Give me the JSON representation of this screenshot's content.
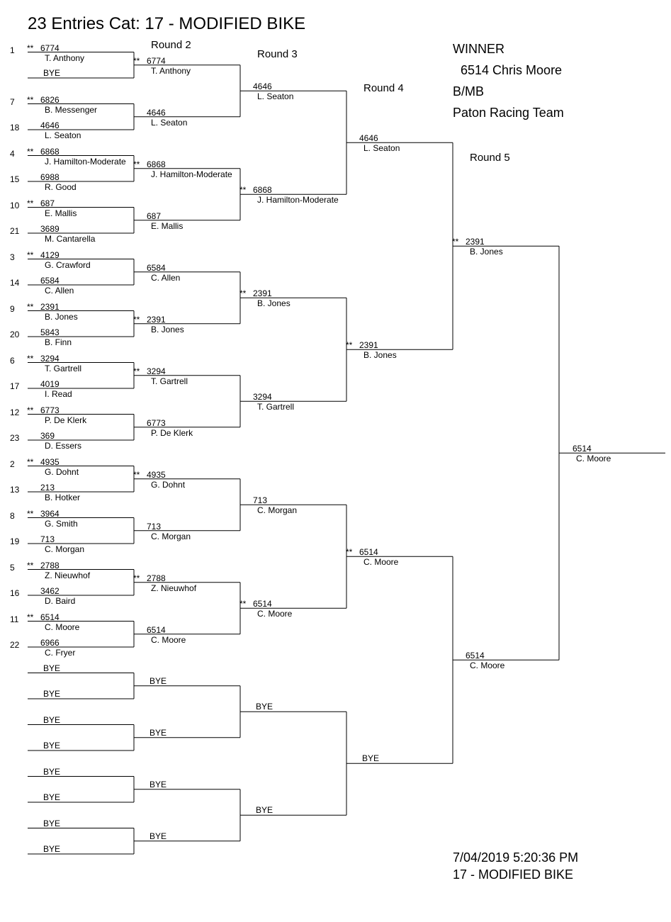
{
  "title": "23 Entries Cat: 17 - MODIFIED BIKE",
  "rounds": {
    "r2": "Round 2",
    "r3": "Round 3",
    "r4": "Round 4",
    "r5": "Round 5"
  },
  "winner": {
    "label": "WINNER",
    "line": "6514  Chris Moore",
    "class": "B/MB",
    "team": "Paton Racing Team"
  },
  "footer": {
    "datetime": "7/04/2019 5:20:36 PM",
    "category": "17 - MODIFIED BIKE"
  },
  "round1": [
    {
      "seed": "1",
      "star": true,
      "num": "6774",
      "name": "T. Anthony"
    },
    {
      "seed": "",
      "star": false,
      "num": "",
      "name": "BYE"
    },
    {
      "seed": "7",
      "star": true,
      "num": "6826",
      "name": "B. Messenger"
    },
    {
      "seed": "18",
      "star": false,
      "num": "4646",
      "name": "L. Seaton"
    },
    {
      "seed": "4",
      "star": true,
      "num": "6868",
      "name": "J. Hamilton-Moderate"
    },
    {
      "seed": "15",
      "star": false,
      "num": "6988",
      "name": "R. Good"
    },
    {
      "seed": "10",
      "star": true,
      "num": "687",
      "name": "E. Mallis"
    },
    {
      "seed": "21",
      "star": false,
      "num": "3689",
      "name": "M. Cantarella"
    },
    {
      "seed": "3",
      "star": true,
      "num": "4129",
      "name": "G. Crawford"
    },
    {
      "seed": "14",
      "star": false,
      "num": "6584",
      "name": "C. Allen"
    },
    {
      "seed": "9",
      "star": true,
      "num": "2391",
      "name": "B. Jones"
    },
    {
      "seed": "20",
      "star": false,
      "num": "5843",
      "name": "B. Finn"
    },
    {
      "seed": "6",
      "star": true,
      "num": "3294",
      "name": "T. Gartrell"
    },
    {
      "seed": "17",
      "star": false,
      "num": "4019",
      "name": "I. Read"
    },
    {
      "seed": "12",
      "star": true,
      "num": "6773",
      "name": "P. De Klerk"
    },
    {
      "seed": "23",
      "star": false,
      "num": "369",
      "name": "D. Essers"
    },
    {
      "seed": "2",
      "star": true,
      "num": "4935",
      "name": "G. Dohnt"
    },
    {
      "seed": "13",
      "star": false,
      "num": "213",
      "name": "B. Hotker"
    },
    {
      "seed": "8",
      "star": true,
      "num": "3964",
      "name": "G. Smith"
    },
    {
      "seed": "19",
      "star": false,
      "num": "713",
      "name": "C. Morgan"
    },
    {
      "seed": "5",
      "star": true,
      "num": "2788",
      "name": "Z. Nieuwhof"
    },
    {
      "seed": "16",
      "star": false,
      "num": "3462",
      "name": "D. Baird"
    },
    {
      "seed": "11",
      "star": true,
      "num": "6514",
      "name": "C. Moore"
    },
    {
      "seed": "22",
      "star": false,
      "num": "6966",
      "name": "C. Fryer"
    },
    {
      "seed": "",
      "star": false,
      "num": "",
      "name": "BYE"
    },
    {
      "seed": "",
      "star": false,
      "num": "",
      "name": "BYE"
    },
    {
      "seed": "",
      "star": false,
      "num": "",
      "name": "BYE"
    },
    {
      "seed": "",
      "star": false,
      "num": "",
      "name": "BYE"
    },
    {
      "seed": "",
      "star": false,
      "num": "",
      "name": "BYE"
    },
    {
      "seed": "",
      "star": false,
      "num": "",
      "name": "BYE"
    },
    {
      "seed": "",
      "star": false,
      "num": "",
      "name": "BYE"
    },
    {
      "seed": "",
      "star": false,
      "num": "",
      "name": "BYE"
    }
  ],
  "round2": [
    {
      "star": true,
      "num": "6774",
      "name": "T. Anthony"
    },
    {
      "star": false,
      "num": "4646",
      "name": "L. Seaton"
    },
    {
      "star": true,
      "num": "6868",
      "name": "J. Hamilton-Moderate"
    },
    {
      "star": false,
      "num": "687",
      "name": "E. Mallis"
    },
    {
      "star": false,
      "num": "6584",
      "name": "C. Allen"
    },
    {
      "star": true,
      "num": "2391",
      "name": "B. Jones"
    },
    {
      "star": true,
      "num": "3294",
      "name": "T. Gartrell"
    },
    {
      "star": false,
      "num": "6773",
      "name": "P. De Klerk"
    },
    {
      "star": true,
      "num": "4935",
      "name": "G. Dohnt"
    },
    {
      "star": false,
      "num": "713",
      "name": "C. Morgan"
    },
    {
      "star": true,
      "num": "2788",
      "name": "Z. Nieuwhof"
    },
    {
      "star": false,
      "num": "6514",
      "name": "C. Moore"
    },
    {
      "star": false,
      "num": "",
      "name": "BYE"
    },
    {
      "star": false,
      "num": "",
      "name": "BYE"
    },
    {
      "star": false,
      "num": "",
      "name": "BYE"
    },
    {
      "star": false,
      "num": "",
      "name": "BYE"
    }
  ],
  "round3": [
    {
      "star": false,
      "num": "4646",
      "name": "L. Seaton"
    },
    {
      "star": true,
      "num": "6868",
      "name": "J. Hamilton-Moderate"
    },
    {
      "star": true,
      "num": "2391",
      "name": "B. Jones"
    },
    {
      "star": false,
      "num": "3294",
      "name": "T. Gartrell"
    },
    {
      "star": false,
      "num": "713",
      "name": "C. Morgan"
    },
    {
      "star": true,
      "num": "6514",
      "name": "C. Moore"
    },
    {
      "star": false,
      "num": "",
      "name": "BYE"
    },
    {
      "star": false,
      "num": "",
      "name": "BYE"
    }
  ],
  "round4": [
    {
      "star": false,
      "num": "4646",
      "name": "L. Seaton"
    },
    {
      "star": true,
      "num": "2391",
      "name": "B. Jones"
    },
    {
      "star": true,
      "num": "6514",
      "name": "C. Moore"
    },
    {
      "star": false,
      "num": "",
      "name": "BYE"
    }
  ],
  "round5": [
    {
      "star": true,
      "num": "2391",
      "name": "B. Jones"
    },
    {
      "star": false,
      "num": "6514",
      "name": "C. Moore"
    }
  ],
  "final": {
    "star": false,
    "num": "6514",
    "name": "C. Moore"
  },
  "star_marker": "**"
}
